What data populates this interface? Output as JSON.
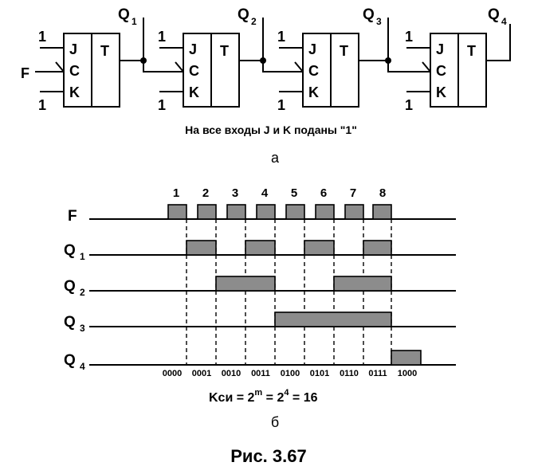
{
  "circuit": {
    "input_signal": "F",
    "input_one": "1",
    "pin_j": "J",
    "pin_c": "C",
    "pin_k": "K",
    "block_label": "T",
    "outputs": [
      {
        "letter": "Q",
        "index": "1"
      },
      {
        "letter": "Q",
        "index": "2"
      },
      {
        "letter": "Q",
        "index": "3"
      },
      {
        "letter": "Q",
        "index": "4"
      }
    ],
    "caption": "На все входы J и K поданы \"1\"",
    "part_label": "а"
  },
  "timing": {
    "pulse_numbers": [
      "1",
      "2",
      "3",
      "4",
      "5",
      "6",
      "7",
      "8"
    ],
    "rows": [
      {
        "letter": "F",
        "index": ""
      },
      {
        "letter": "Q",
        "index": "1"
      },
      {
        "letter": "Q",
        "index": "2"
      },
      {
        "letter": "Q",
        "index": "3"
      },
      {
        "letter": "Q",
        "index": "4"
      }
    ],
    "codes": [
      "0000",
      "0001",
      "0010",
      "0011",
      "0100",
      "0101",
      "0110",
      "0111",
      "1000"
    ],
    "formula": {
      "lhs": "Kси = 2",
      "exp1": "m",
      "mid": " = 2",
      "exp2": "4",
      "rhs": " = 16"
    },
    "part_label": "б"
  },
  "figure_caption": "Рис. 3.67"
}
